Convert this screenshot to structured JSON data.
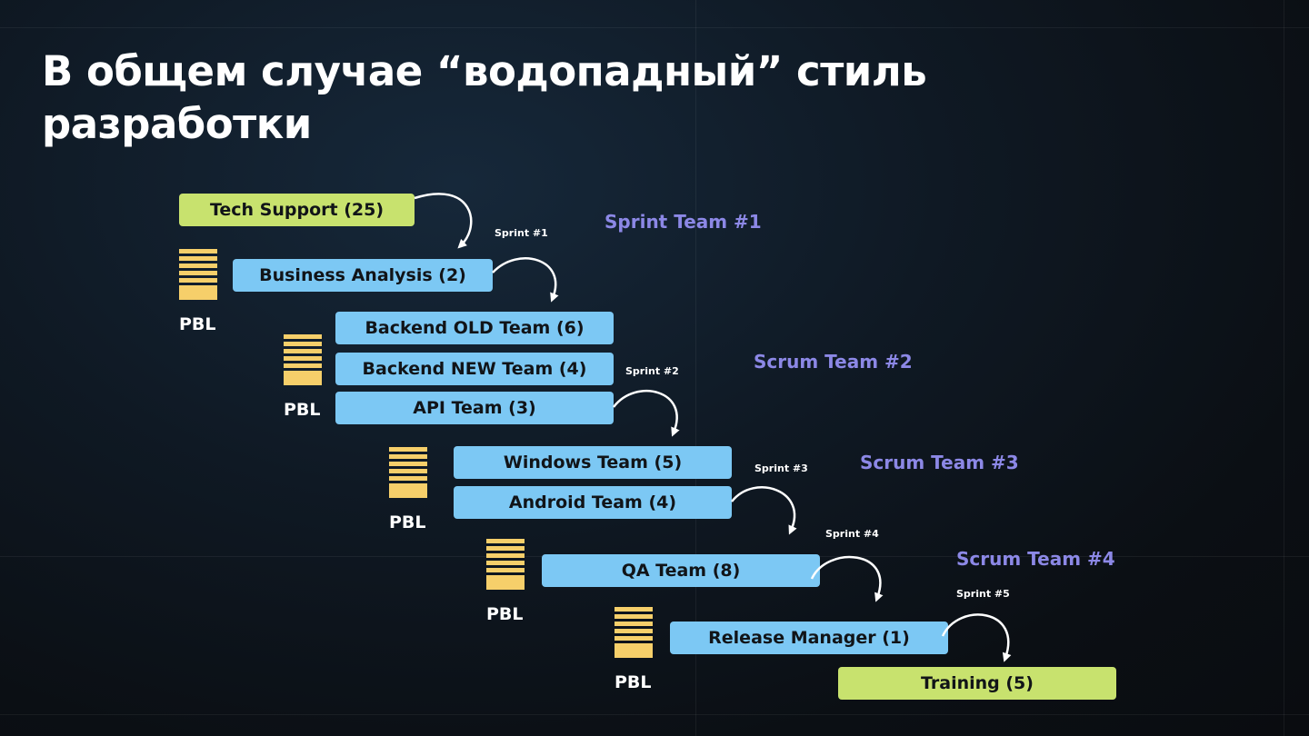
{
  "slide": {
    "title_line1": "В общем случае “водопадный” стиль",
    "title_line2": "разработки"
  },
  "boxes": {
    "tech_support": "Tech Support (25)",
    "business_analysis": "Business Analysis (2)",
    "backend_old": "Backend OLD Team (6)",
    "backend_new": "Backend NEW Team (4)",
    "api_team": "API Team (3)",
    "windows_team": "Windows Team (5)",
    "android_team": "Android Team (4)",
    "qa_team": "QA Team (8)",
    "release_manager": "Release Manager (1)",
    "training": "Training (5)"
  },
  "teams": {
    "sprint_team_1": "Sprint Team #1",
    "scrum_team_2": "Scrum Team #2",
    "scrum_team_3": "Scrum Team #3",
    "scrum_team_4": "Scrum Team #4"
  },
  "sprints": {
    "s1": "Sprint #1",
    "s2": "Sprint #2",
    "s3": "Sprint #3",
    "s4": "Sprint #4",
    "s5": "Sprint #5"
  },
  "pbl_label": "PBL",
  "colors": {
    "team_box": "#7cc8f4",
    "edge_box": "#c8e26e",
    "team_label": "#8c88e6",
    "pbl_stack": "#f6cf6a",
    "title": "#ffffff"
  }
}
